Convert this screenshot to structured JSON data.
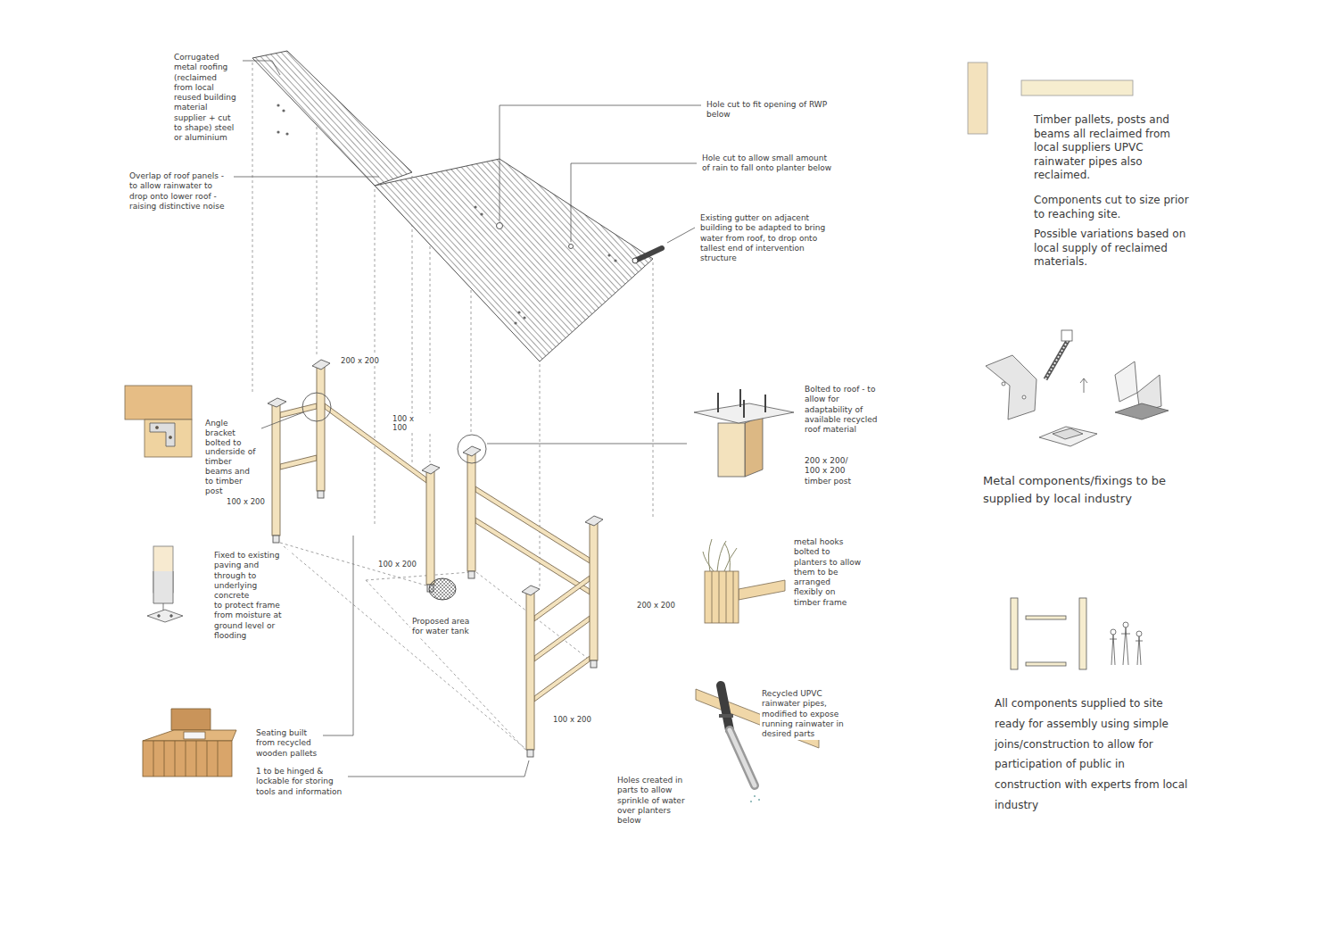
{
  "diagram": {
    "labels": [
      "Corrugated metal roofing (reclaimed from local reused building material supplier + cut to shape) steel or aluminium",
      "Overlap of roof panels - to allow rainwater to drop onto lower roof - raising distinctive noise",
      "Hole cut to fit opening of RWP below",
      "Hole cut to allow small amount of rain to fall onto planter below",
      "Existing gutter on adjacent building to be adapted to bring water from roof, to drop onto tallest end of intervention structure",
      "200 x 200",
      "100 x 100",
      "Angle bracket bolted to underside of timber beams and to timber post",
      "100 x 200",
      "Fixed to existing paving and through to underlying concrete",
      "to protect frame from moisture at ground level or flooding",
      "100 x 200",
      "Proposed area for water tank",
      "200 x 200",
      "100 x 200",
      "Bolted to roof - to allow for adaptability of available recycled roof material",
      "200 x 200/ 100 x 200 timber post",
      "metal hooks bolted to planters to allow them to be arranged flexibly on timber frame",
      "Recycled UPVC rainwater pipes, modified to expose running rainwater in desired parts",
      "Holes created in parts to allow sprinkle of water over planters below",
      "Seating built from recycled wooden pallets",
      "1 to be hinged & lockable for storing tools and information",
      "Timber pallets, posts and beams all reclaimed from local suppliers UPVC rainwater pipes also reclaimed.",
      "Components cut to size prior to reaching site.",
      "Possible variations based on local supply of reclaimed materials.",
      "Metal components/fixings to be supplied by local industry",
      "All components supplied to site ready for assembly using simple joins/construction to allow for participation of public in construction with experts from local industry"
    ]
  }
}
